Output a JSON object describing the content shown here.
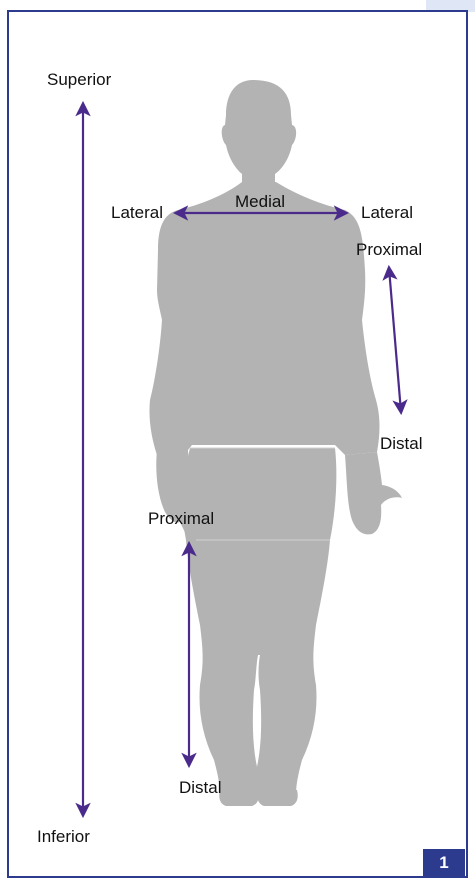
{
  "figure": {
    "number": "1",
    "accent_color": "#2d3b8f",
    "arrow_color": "#4a2a8a",
    "silhouette_color": "#b3b3b3"
  },
  "labels": {
    "superior": "Superior",
    "inferior": "Inferior",
    "lateral_left": "Lateral",
    "medial": "Medial",
    "lateral_right": "Lateral",
    "proximal_arm": "Proximal",
    "distal_arm": "Distal",
    "proximal_leg": "Proximal",
    "distal_leg": "Distal"
  }
}
